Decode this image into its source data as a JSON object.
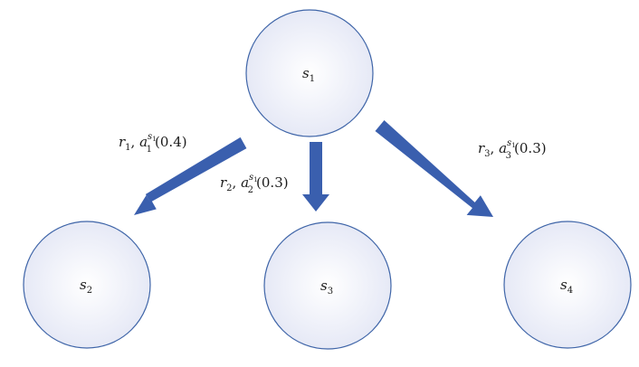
{
  "colors": {
    "node_fill_center": "#ffffff",
    "node_fill_edge": "#e6e9f6",
    "node_stroke": "#3f65a8",
    "arrow_fill": "#3a5fae",
    "text": "#1a1a1a"
  },
  "nodes": [
    {
      "id": "s1",
      "symbol": "s",
      "index": "1"
    },
    {
      "id": "s2",
      "symbol": "s",
      "index": "2"
    },
    {
      "id": "s3",
      "symbol": "s",
      "index": "3"
    },
    {
      "id": "s4",
      "symbol": "s",
      "index": "4"
    }
  ],
  "edges": [
    {
      "from": "s1",
      "to": "s2",
      "reward": "r",
      "reward_index": "1",
      "action": "a",
      "action_index": "1",
      "action_super": "s",
      "action_super_index": "1",
      "prob": "(0.4)"
    },
    {
      "from": "s1",
      "to": "s3",
      "reward": "r",
      "reward_index": "2",
      "action": "a",
      "action_index": "2",
      "action_super": "s",
      "action_super_index": "1",
      "prob": "(0.3)"
    },
    {
      "from": "s1",
      "to": "s4",
      "reward": "r",
      "reward_index": "3",
      "action": "a",
      "action_index": "3",
      "action_super": "s",
      "action_super_index": "1",
      "prob": "(0.3)"
    }
  ]
}
